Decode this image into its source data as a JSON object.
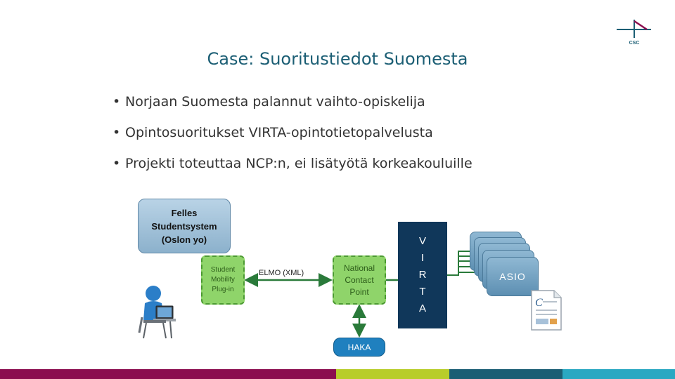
{
  "title": "Case: Suoritustiedot Suomesta",
  "bullets": [
    "Norjaan Suomesta palannut vaihto-opiskelija",
    "Opintosuoritukset VIRTA-opintotietopalvelusta",
    "Projekti toteuttaa NCP:n, ei lisätyötä korkeakouluille"
  ],
  "bullet_glyph": "•",
  "diagram": {
    "felles": "Felles\nStudentsystem\n(Oslon yo)",
    "plugin": "Student\nMobility\nPlug-in",
    "elmo": "ELMO (XML)",
    "ncp": "National\nContact\nPoint",
    "haka": "HAKA",
    "virta": "V\nI\nR\nT\nA",
    "asio": "ASIO"
  },
  "logo_text": "CSC",
  "colors": {
    "title": "#1b5e74",
    "footer": [
      "#8b0d4f",
      "#b8cd2a",
      "#1b5e74",
      "#2aa8c2"
    ]
  },
  "icons": [
    "student-laptop-icon",
    "document-icon",
    "csc-logo-icon"
  ]
}
